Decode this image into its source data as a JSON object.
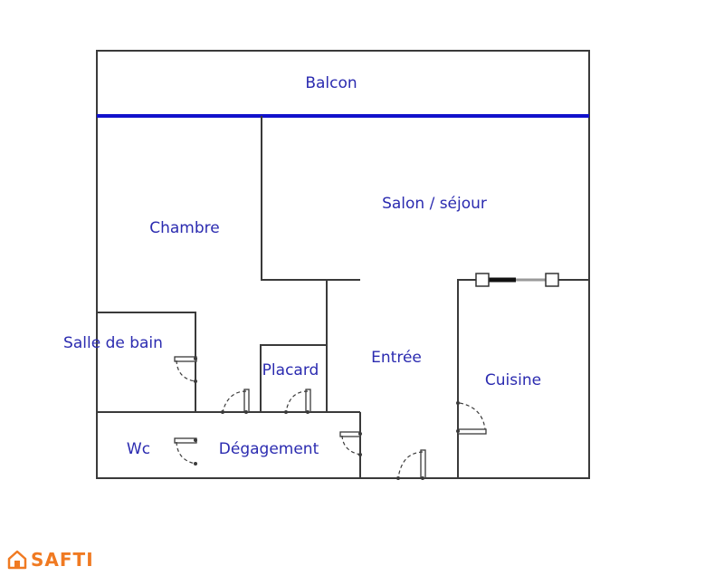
{
  "rooms": {
    "balcon": "Balcon",
    "salon": "Salon / séjour",
    "chambre": "Chambre",
    "salle_de_bain": "Salle de bain",
    "placard": "Placard",
    "entree": "Entrée",
    "cuisine": "Cuisine",
    "wc": "Wc",
    "degagement": "Dégagement"
  },
  "logo": {
    "text": "SAFTI",
    "icon": "house-icon",
    "color": "#f07a22"
  },
  "colors": {
    "walls": "#3a3a3a",
    "balcony_line": "#1111cc",
    "labels": "#2b2bb0"
  }
}
